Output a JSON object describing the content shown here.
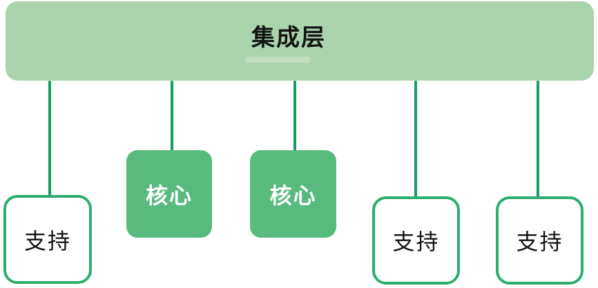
{
  "diagram": {
    "title": "集成层",
    "nodes": [
      {
        "id": "support-1",
        "label": "支持",
        "type": "support"
      },
      {
        "id": "core-1",
        "label": "核心",
        "type": "core"
      },
      {
        "id": "core-2",
        "label": "核心",
        "type": "core"
      },
      {
        "id": "support-2",
        "label": "支持",
        "type": "support"
      },
      {
        "id": "support-3",
        "label": "支持",
        "type": "support"
      }
    ],
    "connector_count": 5,
    "colors": {
      "top_bar_fill": "#a9d4ad",
      "core_fill": "#58ba7d",
      "connector_stroke": "#149e62",
      "support_border": "#2bad6e",
      "title_text": "#141414",
      "core_text": "#ffffff",
      "support_text": "#111111",
      "background": "#ffffff"
    }
  }
}
